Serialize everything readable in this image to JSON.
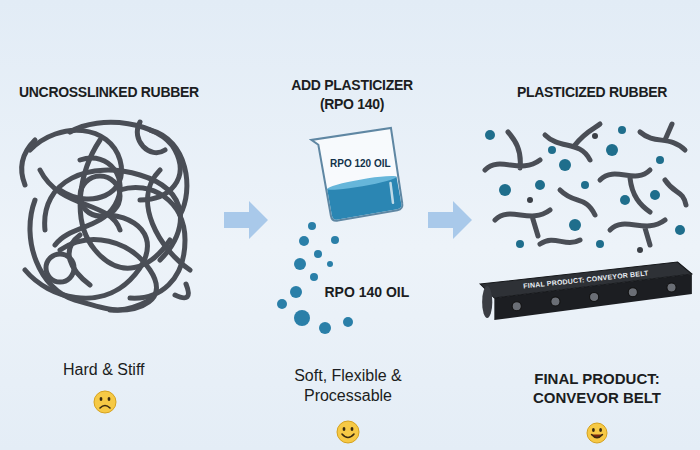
{
  "diagram": {
    "nodes": [
      {
        "text": [
          "RPO 120 OIL"
        ]
      },
      {
        "text": [
          "FINAL PRODUCT: CONVEYOR BELT"
        ]
      }
    ],
    "labels": [
      "UNCROSSLINKED RUBBER",
      "ADD PLASTICIZER (RPO 140)",
      "PLASTICIZED RUBBER",
      "Hard & Stiff",
      "RPO 140 OIL",
      "Soft, Flexible & Processable",
      "FINAL PRODUCT: CONVEVOR BELT"
    ]
  }
}
